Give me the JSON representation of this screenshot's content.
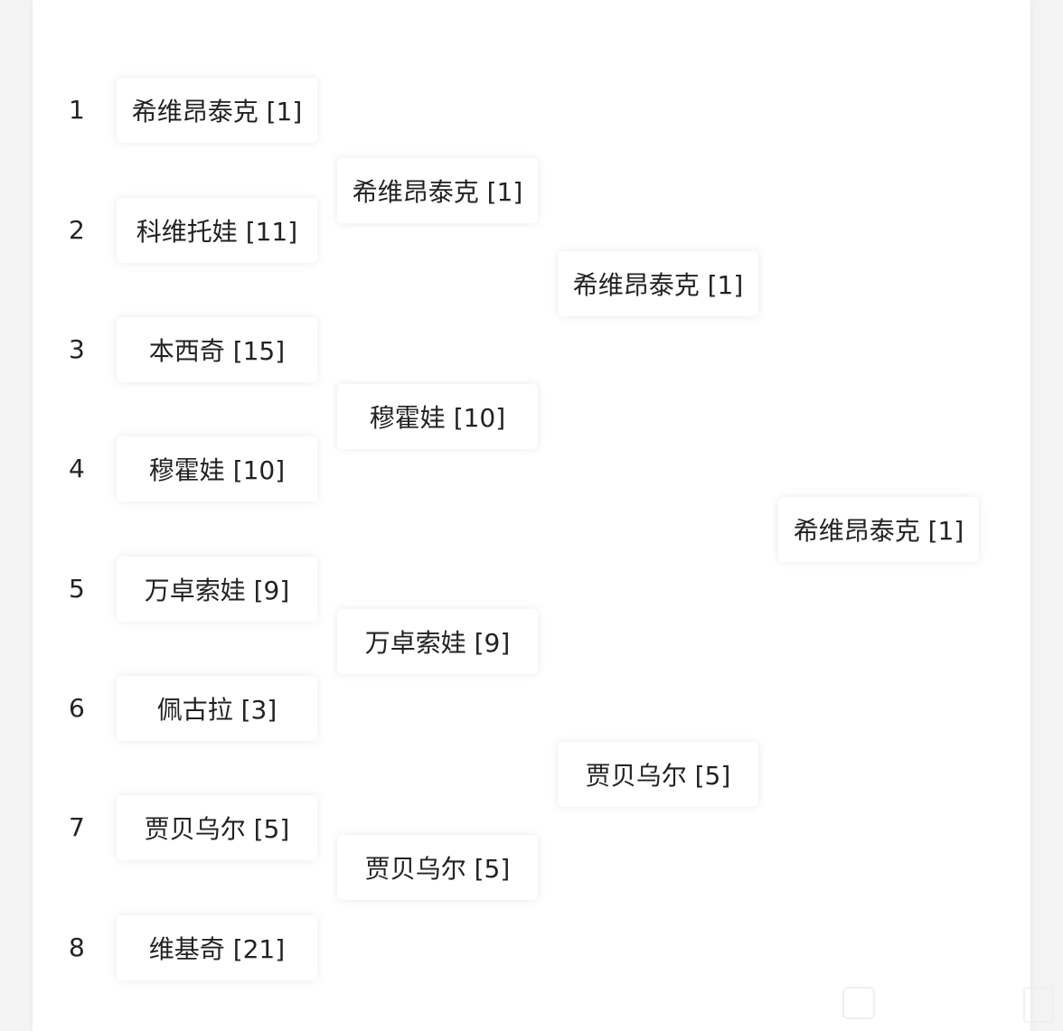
{
  "seeds": [
    "1",
    "2",
    "3",
    "4",
    "5",
    "6",
    "7",
    "8"
  ],
  "rounds": {
    "round1": [
      "希维昂泰克 [1]",
      "科维托娃 [11]",
      "本西奇 [15]",
      "穆霍娃 [10]",
      "万卓索娃 [9]",
      "佩古拉 [3]",
      "贾贝乌尔 [5]",
      "维基奇 [21]"
    ],
    "round2": [
      "希维昂泰克 [1]",
      "穆霍娃 [10]",
      "万卓索娃 [9]",
      "贾贝乌尔 [5]"
    ],
    "round3": [
      "希维昂泰克 [1]",
      "贾贝乌尔 [5]"
    ],
    "final": [
      "希维昂泰克 [1]"
    ]
  }
}
